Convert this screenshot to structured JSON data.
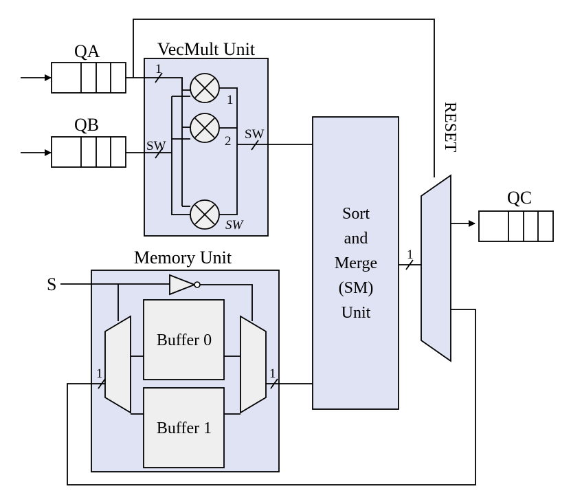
{
  "queues": {
    "qa": "QA",
    "qb": "QB",
    "qc": "QC"
  },
  "vecmult": {
    "title": "VecMult Unit",
    "mult1": "1",
    "mult2": "2",
    "multn": "SW",
    "in_a_width": "1",
    "in_b_width": "SW",
    "out_width": "SW"
  },
  "memory": {
    "title": "Memory Unit",
    "select": "S",
    "buffer0": "Buffer 0",
    "buffer1": "Buffer 1",
    "in_width": "1",
    "out_width": "1"
  },
  "sm": {
    "line1": "Sort",
    "line2": "and",
    "line3": "Merge",
    "line4": "(SM)",
    "line5": "Unit",
    "out_width": "1"
  },
  "reset": "RESET",
  "colors": {
    "unit_fill": "#dfe3f3",
    "buffer_fill": "#efefef"
  }
}
